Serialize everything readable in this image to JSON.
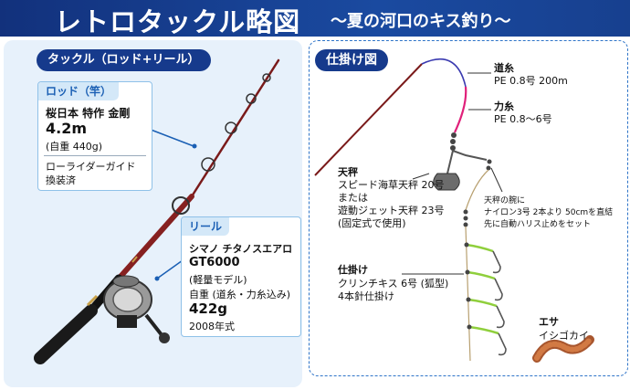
{
  "header": {
    "title": "レトロタックル略図",
    "subtitle": "〜夏の河口のキス釣り〜",
    "bg_color": "#163a8c"
  },
  "tackle": {
    "label": "タックル（ロッド+リール）",
    "rod": {
      "label": "ロッド（竿）",
      "name": "桜日本 特作 金剛",
      "length": "4.2m",
      "weight": "(自重 440g)",
      "guide1": "ローライダーガイド",
      "guide2": "換装済"
    },
    "reel": {
      "label": "リール",
      "name1": "シマノ チタノスエアロ",
      "name2": "GT6000",
      "model_note": "(軽量モデル)",
      "weight_label": "自重 (道糸・力糸込み)",
      "weight": "422g",
      "year": "2008年式"
    }
  },
  "rig": {
    "label": "仕掛け図",
    "mainline": {
      "name": "道糸",
      "spec": "PE 0.8号 200m"
    },
    "leader": {
      "name": "力糸",
      "spec": "PE 0.8〜6号"
    },
    "tenbin": {
      "name": "天秤",
      "line1": "スピード海草天秤 20号",
      "line2": "または",
      "line3": "遊動ジェット天秤 23号",
      "line4": "(固定式で使用)"
    },
    "arm_note": {
      "line1": "天秤の腕に",
      "line2": "ナイロン3号 2本より 50cmを直結",
      "line3": "先に自動ハリス止めをセット"
    },
    "shikake": {
      "name": "仕掛け",
      "line1": "クリンチキス 6号 (狐型)",
      "line2": "4本針仕掛け"
    },
    "bait": {
      "name": "エサ",
      "spec": "イシゴカイ"
    }
  },
  "colors": {
    "accent": "#163a8c",
    "label_blue": "#1a5fb4",
    "rod_red": "#8a1d1d",
    "leader_pink": "#e0207a",
    "mainline_blue": "#3a3ab0",
    "hook_green": "#8fcf3c"
  }
}
